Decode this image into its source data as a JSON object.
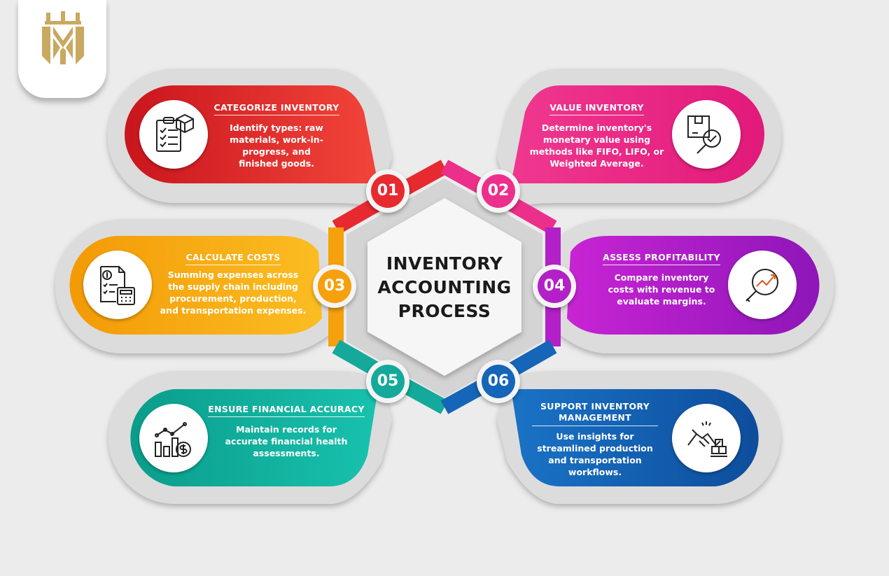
{
  "center_title": [
    "INVENTORY",
    "ACCOUNTING",
    "PROCESS"
  ],
  "steps": [
    {
      "number": "01",
      "title": "CATEGORIZE INVENTORY",
      "desc": "Identify types: raw materials, work-in-progress, and finished goods.",
      "color": "#e62a30",
      "icon": "clipboard-box-icon"
    },
    {
      "number": "02",
      "title": "VALUE INVENTORY",
      "desc": "Determine inventory's monetary value using methods like FIFO, LIFO, or Weighted Average.",
      "color": "#ec2f8a",
      "icon": "box-magnifier-check-icon"
    },
    {
      "number": "03",
      "title": "CALCULATE COSTS",
      "desc": "Summing expenses across the supply chain including procurement, production, and transportation expenses.",
      "color": "#f5a00c",
      "icon": "invoice-calculator-icon"
    },
    {
      "number": "04",
      "title": "ASSESS PROFITABILITY",
      "desc": "Compare inventory costs with revenue to evaluate margins.",
      "color": "#b320c8",
      "icon": "magnifier-chart-icon"
    },
    {
      "number": "05",
      "title": "ENSURE FINANCIAL ACCURACY",
      "desc": "Maintain records for accurate financial health assessments.",
      "color": "#14a99a",
      "icon": "bar-chart-dollar-icon"
    },
    {
      "number": "06",
      "title": "SUPPORT INVENTORY MANAGEMENT",
      "desc": "Use insights for streamlined production and transportation workflows.",
      "color": "#1565b8",
      "icon": "handshake-boxes-icon"
    }
  ],
  "logo": {
    "name": "brand-logo-icon",
    "color": "#c9a860"
  }
}
